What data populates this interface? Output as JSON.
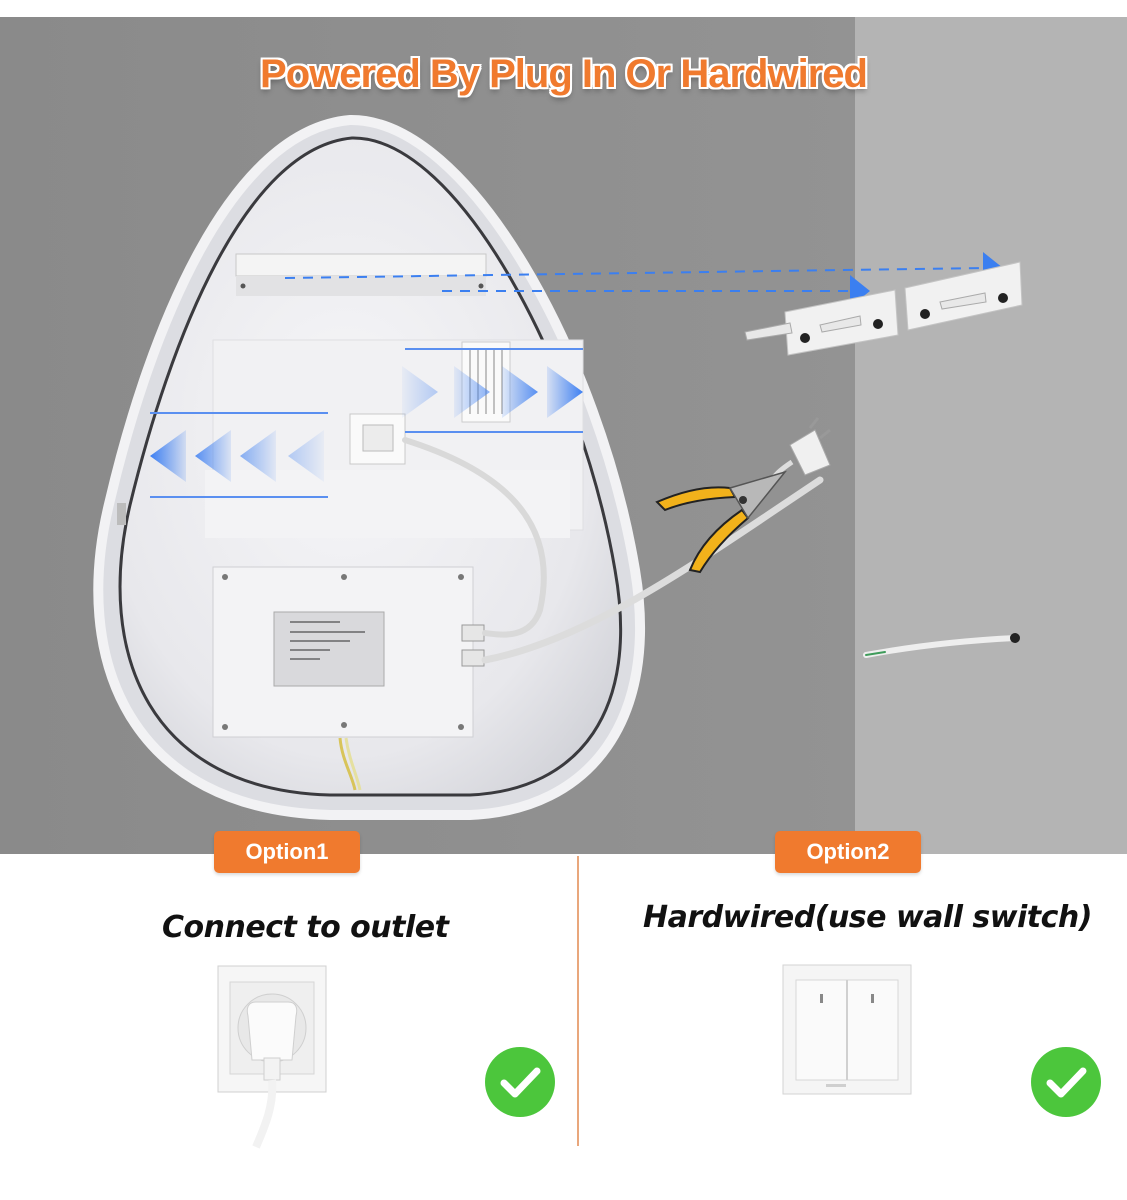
{
  "title": "Powered By Plug In Or Hardwired",
  "options": [
    {
      "badge": "Option1",
      "caption": "Connect to outlet"
    },
    {
      "badge": "Option2",
      "caption": "Hardwired(use wall switch)"
    }
  ],
  "colors": {
    "accent": "#f07a2e",
    "wall": "#8c8c8c",
    "wall_right": "#b3b3b3",
    "arrow": "#3b7ff0",
    "check": "#4cc63c"
  },
  "icons": [
    "outlet-icon",
    "wall-switch-icon",
    "check-icon",
    "pliers-icon",
    "plug-icon",
    "arrow-icon"
  ]
}
